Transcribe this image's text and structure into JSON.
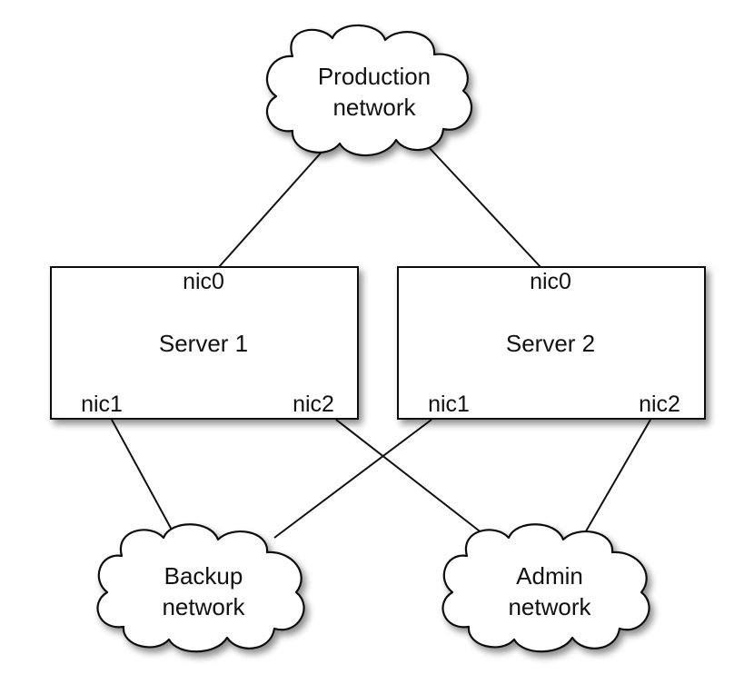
{
  "networks": {
    "production": {
      "line1": "Production",
      "line2": "network"
    },
    "backup": {
      "line1": "Backup",
      "line2": "network"
    },
    "admin": {
      "line1": "Admin",
      "line2": "network"
    }
  },
  "servers": [
    {
      "name": "Server 1",
      "nic0": "nic0",
      "nic1": "nic1",
      "nic2": "nic2"
    },
    {
      "name": "Server 2",
      "nic0": "nic0",
      "nic1": "nic1",
      "nic2": "nic2"
    }
  ],
  "links": [
    {
      "from": "Production network",
      "to": "Server 1 nic0"
    },
    {
      "from": "Production network",
      "to": "Server 2 nic0"
    },
    {
      "from": "Server 1 nic1",
      "to": "Backup network"
    },
    {
      "from": "Server 1 nic2",
      "to": "Admin network"
    },
    {
      "from": "Server 2 nic1",
      "to": "Backup network"
    },
    {
      "from": "Server 2 nic2",
      "to": "Admin network"
    }
  ],
  "colors": {
    "stroke": "#111111",
    "background": "#ffffff",
    "shadow": "#9a9a9a"
  }
}
